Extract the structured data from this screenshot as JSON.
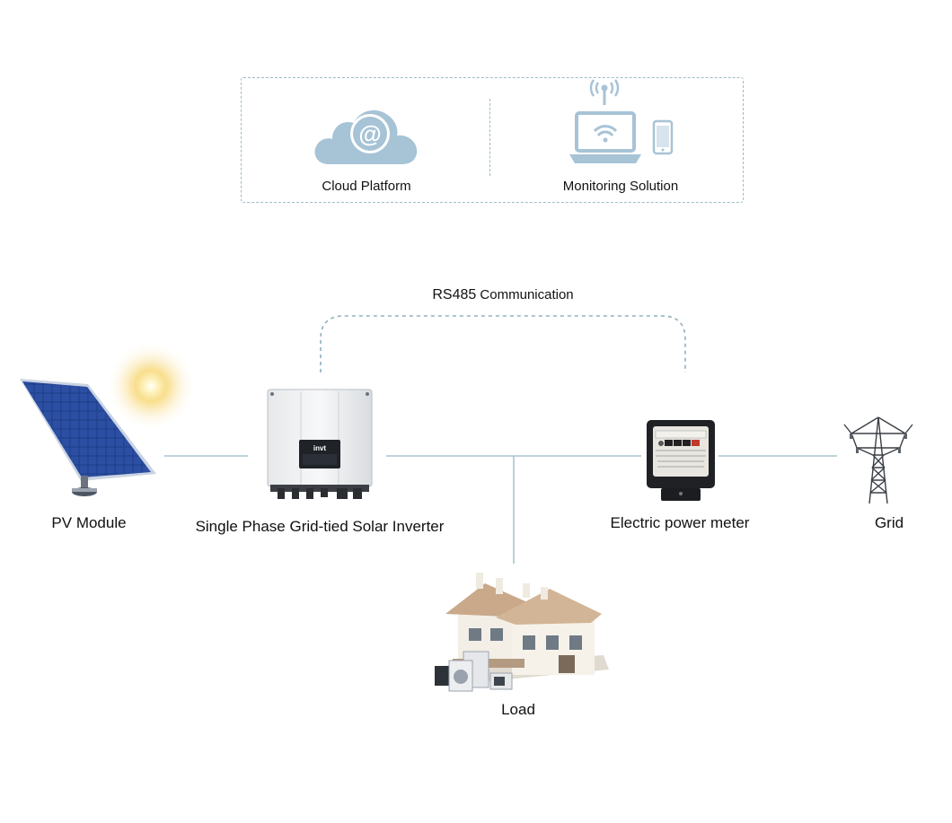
{
  "top_panel": {
    "cloud_label": "Cloud Platform",
    "monitoring_label": "Monitoring Solution",
    "cloud_symbol": "@"
  },
  "communication": {
    "label_prefix": "RS485",
    "label_suffix": " Communication"
  },
  "nodes": {
    "pv_module": "PV Module",
    "inverter": "Single Phase Grid-tied Solar Inverter",
    "inverter_brand": "invt",
    "meter": "Electric power meter",
    "grid": "Grid",
    "load": "Load"
  },
  "colors": {
    "line": "#a9c4cf",
    "dashed": "#8fb0bd",
    "icon_blue": "#9fbdd0",
    "text": "#111111"
  }
}
